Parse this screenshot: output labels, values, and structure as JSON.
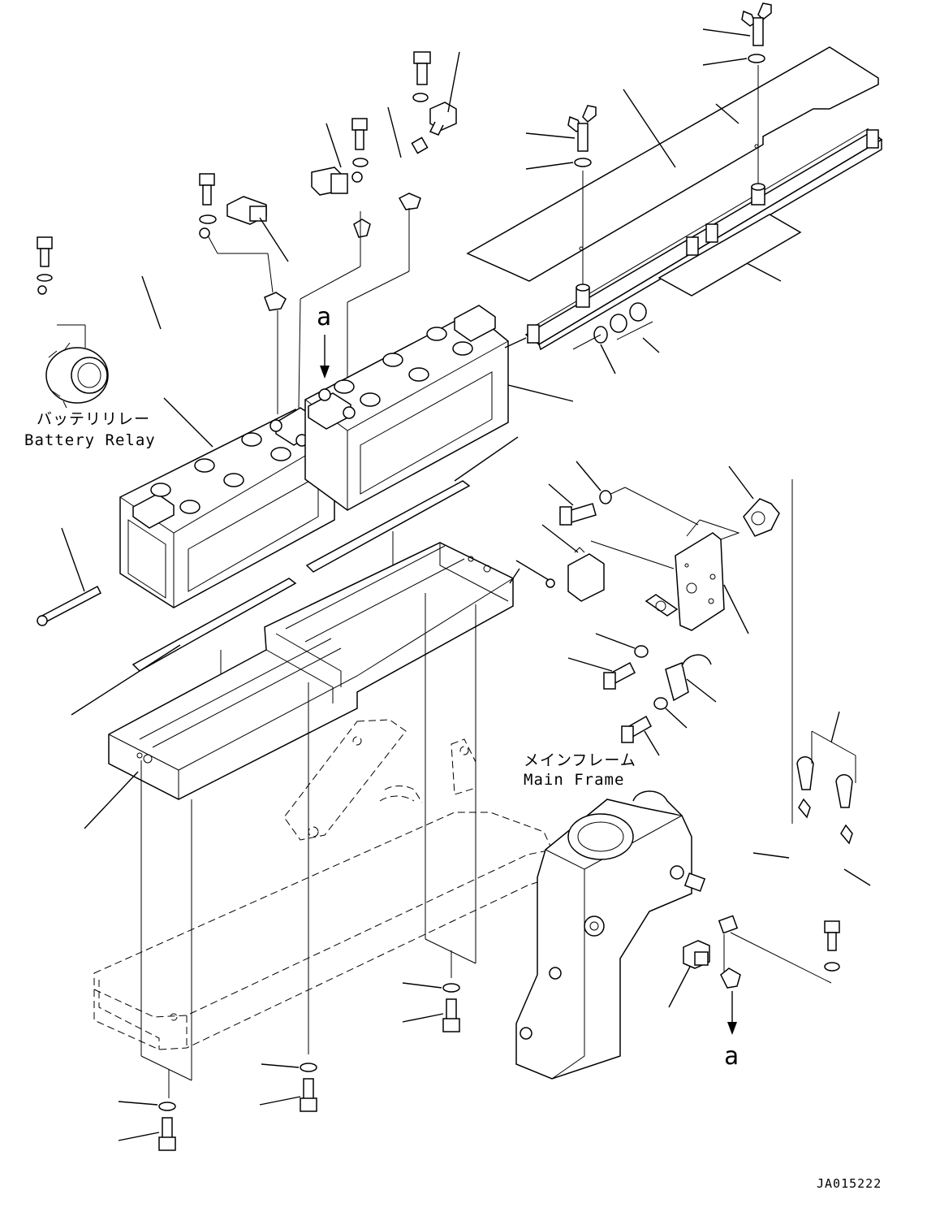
{
  "labels": {
    "battery_relay_jp": "バッテリリレー",
    "battery_relay_en": "Battery Relay",
    "main_frame_jp": "メインフレーム",
    "main_frame_en": "Main Frame",
    "view_marker_top": "a",
    "view_marker_bottom": "a",
    "drawing_code": "JA015222"
  }
}
